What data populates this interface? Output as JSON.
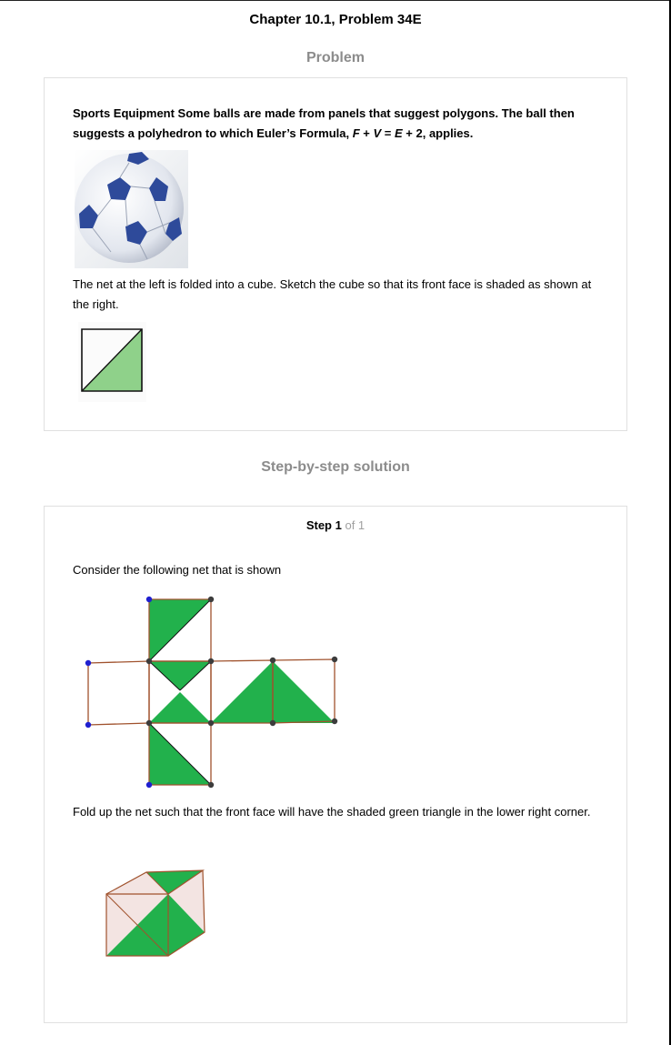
{
  "chapter_title": "Chapter 10.1, Problem 34E",
  "problem_heading": "Problem",
  "problem": {
    "intro_bold": "Sports Equipment Some balls are made from panels that suggest polygons. The ball then suggests a polyhedron to which Euler’s Formula,",
    "formula_F": "F",
    "formula_plus1": " + ",
    "formula_V": "V",
    "formula_eq": " = ",
    "formula_E": "E",
    "formula_tail": " + 2, applies.",
    "net_question": "The net at the left is folded into a cube. Sketch the cube so that its front face is shaded as shown at the right."
  },
  "solution_heading": "Step-by-step solution",
  "step": {
    "label": "Step 1",
    "of_text": "of 1",
    "text1": "Consider the following net that is shown",
    "text2": "Fold up the net such that the front face will have the shaded green triangle in the lower right corner."
  },
  "colors": {
    "green": "#22b14c",
    "net_edge": "#a0522d",
    "cube_face": "#f3e4e2",
    "heading_gray": "#8c8c8c",
    "vertex_blue": "#1f1fd0",
    "vertex_dark": "#3c3c3c"
  }
}
